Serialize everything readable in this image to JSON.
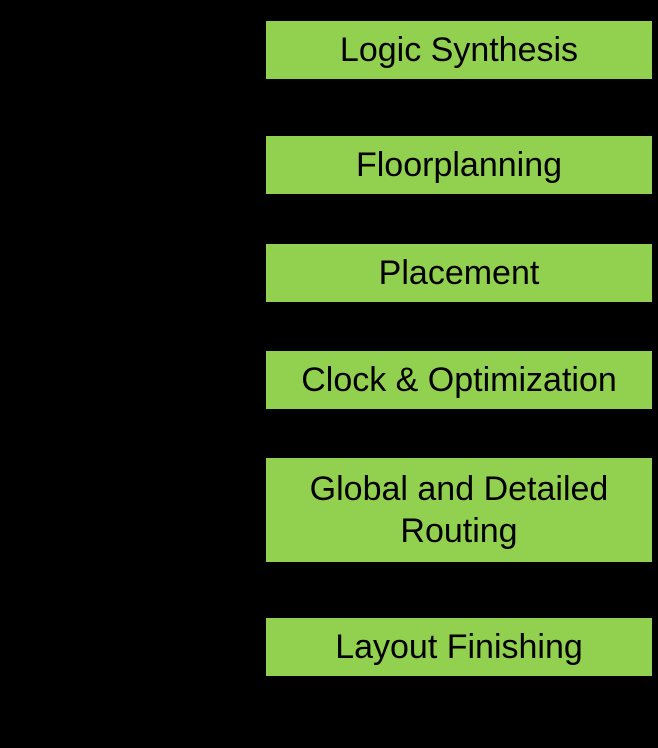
{
  "flow": {
    "box_color": "#92d050",
    "background_color": "#000000",
    "stages": [
      {
        "label": "Logic Synthesis"
      },
      {
        "label": "Floorplanning"
      },
      {
        "label": "Placement"
      },
      {
        "label": "Clock & Optimization"
      },
      {
        "label": "Global and Detailed\nRouting"
      },
      {
        "label": "Layout Finishing"
      }
    ]
  }
}
